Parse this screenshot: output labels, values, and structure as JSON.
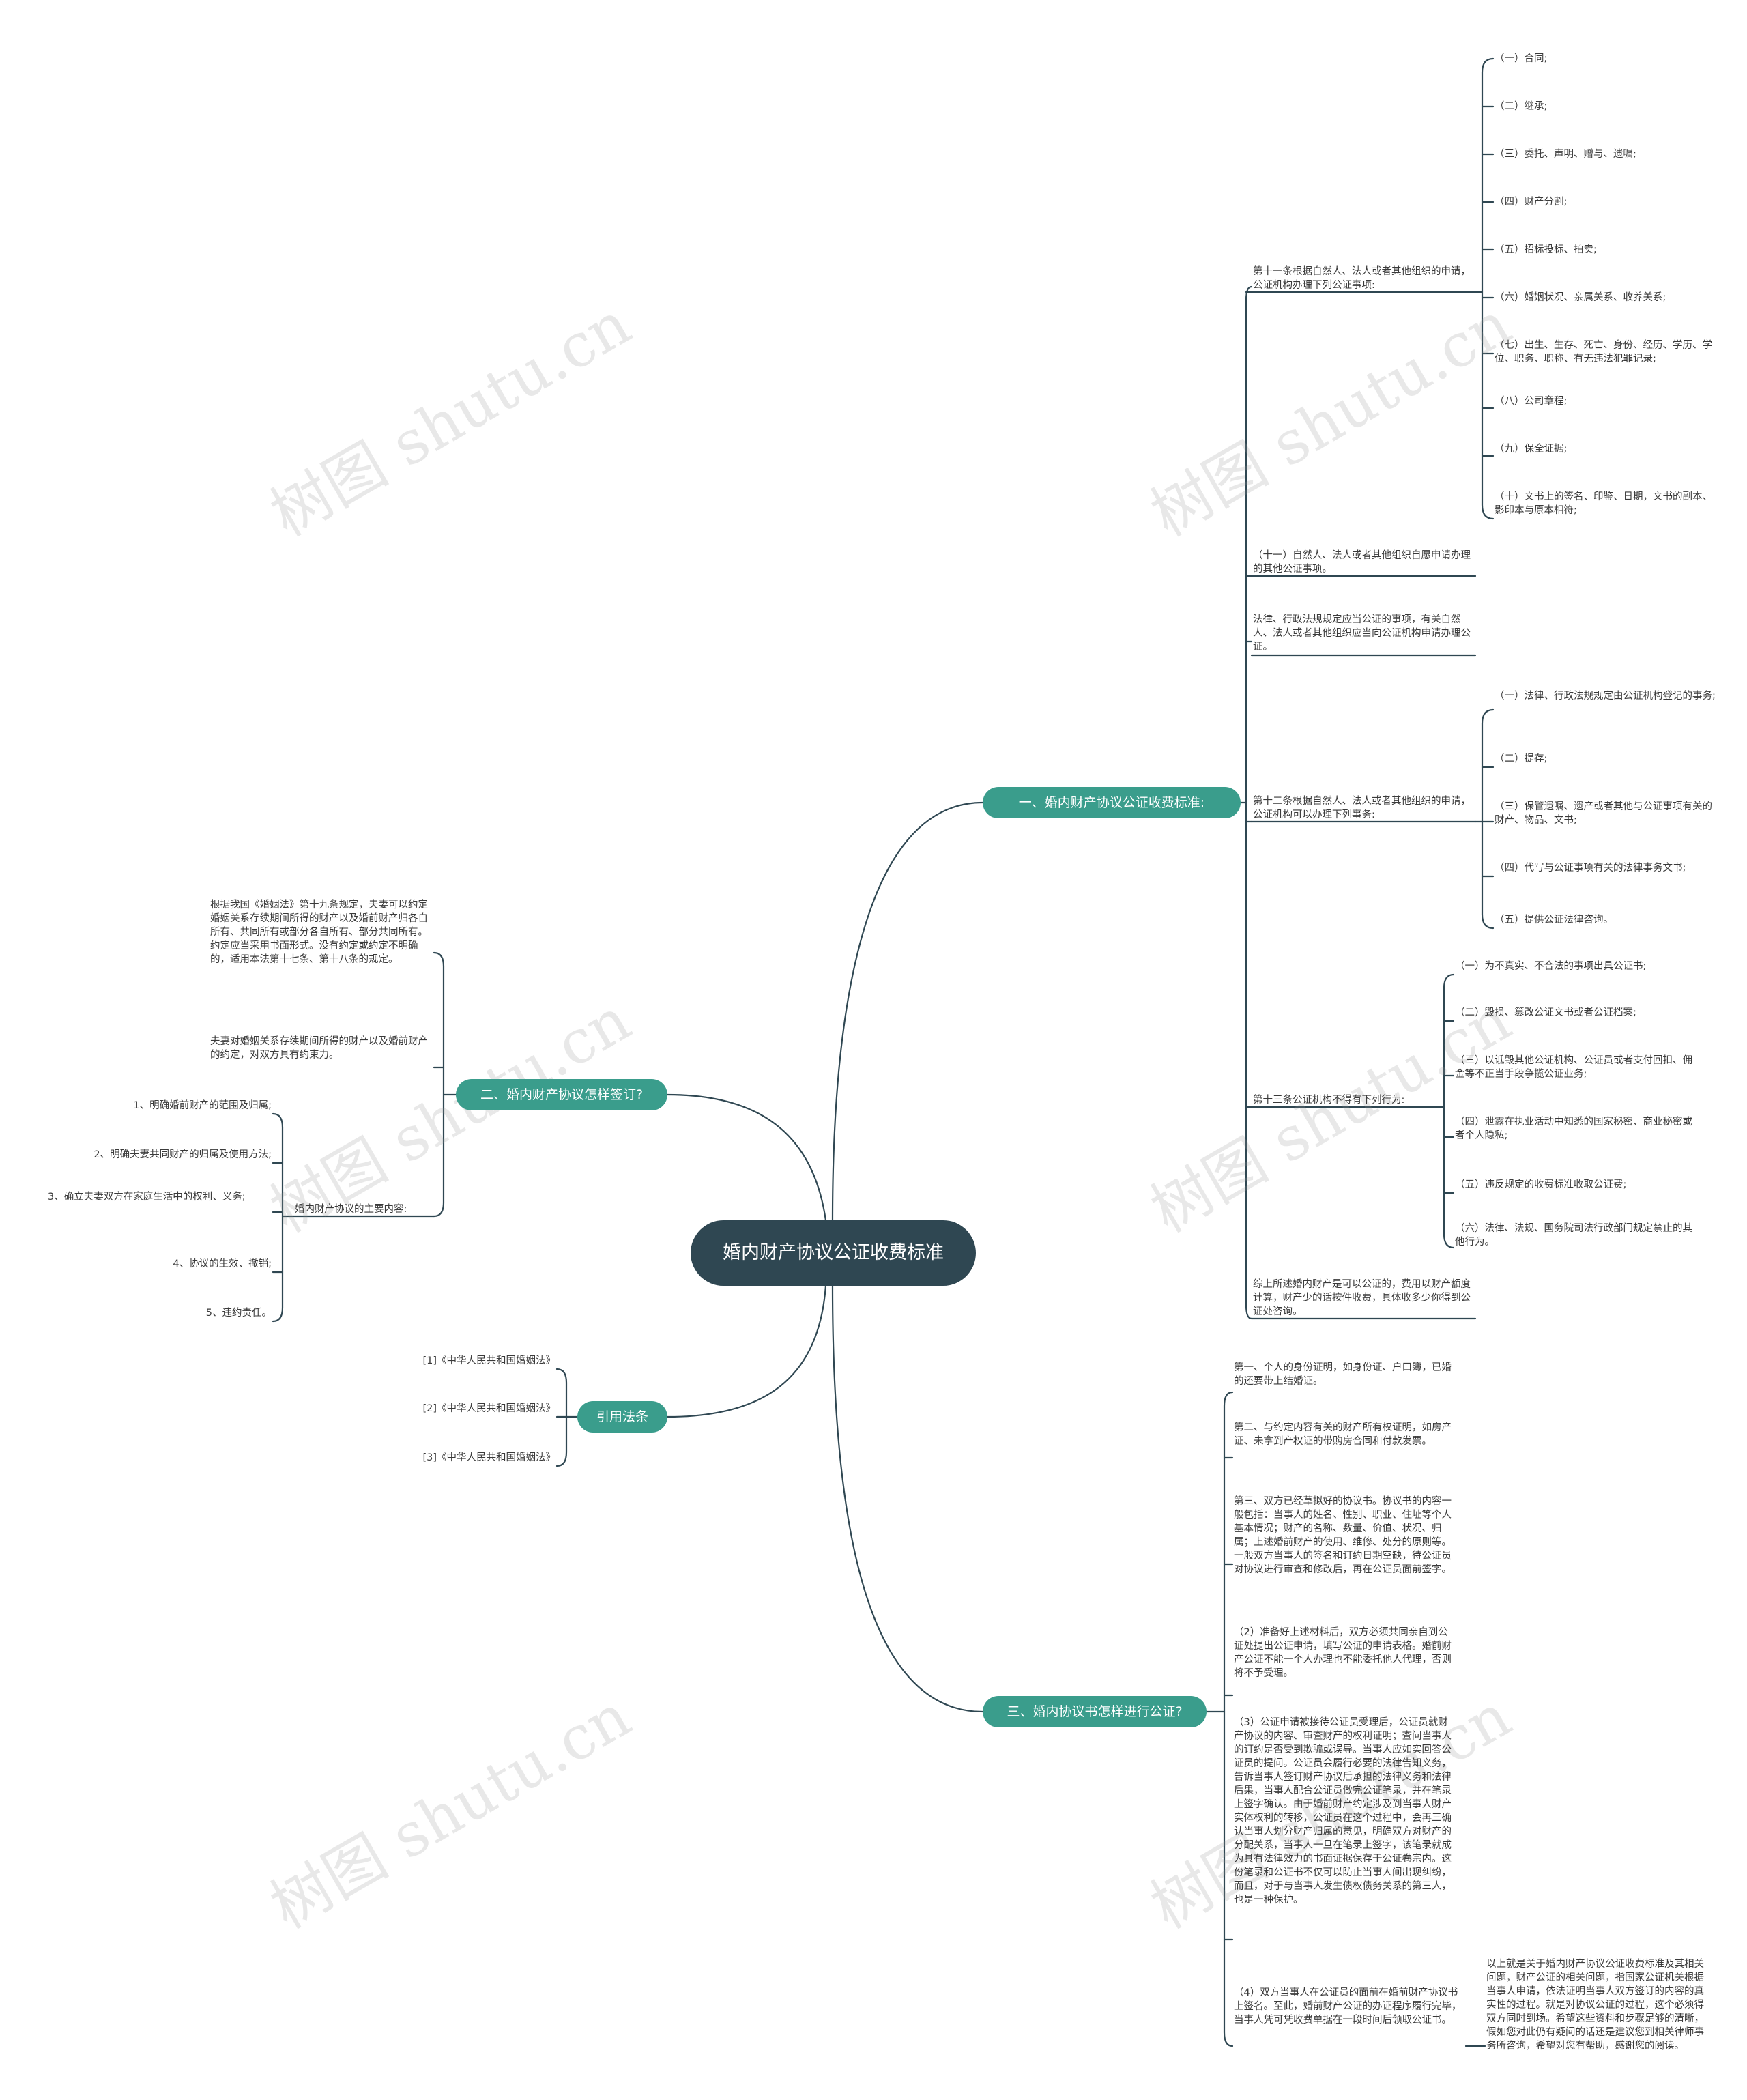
{
  "root": "婚内财产协议公证收费标准",
  "branches": {
    "b1": "一、婚内财产协议公证收费标准:",
    "b2": "二、婚内财产协议怎样签订?",
    "b3": "引用法条",
    "b4": "三、婚内协议书怎样进行公证?"
  },
  "b1": {
    "art11": "第十一条根据自然人、法人或者其他组织的申请，公证机构办理下列公证事项:",
    "art11_items": [
      "（一）合同;",
      "（二）继承;",
      "（三）委托、声明、赠与、遗嘱;",
      "（四）财产分割;",
      "（五）招标投标、拍卖;",
      "（六）婚姻状况、亲属关系、收养关系;",
      "（七）出生、生存、死亡、身份、经历、学历、学位、职务、职称、有无违法犯罪记录;",
      "（八）公司章程;",
      "（九）保全证据;",
      "（十）文书上的签名、印鉴、日期，文书的副本、影印本与原本相符;"
    ],
    "item11": "（十一）自然人、法人或者其他组织自愿申请办理的其他公证事项。",
    "law": "法律、行政法规规定应当公证的事项，有关自然人、法人或者其他组织应当向公证机构申请办理公证。",
    "art12": "第十二条根据自然人、法人或者其他组织的申请，公证机构可以办理下列事务:",
    "art12_items": [
      "（一）法律、行政法规规定由公证机构登记的事务;",
      "（二）提存;",
      "（三）保管遗嘱、遗产或者其他与公证事项有关的财产、物品、文书;",
      "（四）代写与公证事项有关的法律事务文书;",
      "（五）提供公证法律咨询。"
    ],
    "art13": "第十三条公证机构不得有下列行为:",
    "art13_items": [
      "（一）为不真实、不合法的事项出具公证书;",
      "（二）毁损、篡改公证文书或者公证档案;",
      "（三）以诋毁其他公证机构、公证员或者支付回扣、佣金等不正当手段争揽公证业务;",
      "（四）泄露在执业活动中知悉的国家秘密、商业秘密或者个人隐私;",
      "（五）违反规定的收费标准收取公证费;",
      "（六）法律、法规、国务院司法行政部门规定禁止的其他行为。"
    ],
    "summary": "综上所述婚内财产是可以公证的，费用以财产额度计算，财产少的话按件收费，具体收多少你得到公证处咨询。"
  },
  "b2": {
    "p1": "根据我国《婚姻法》第十九条规定，夫妻可以约定婚姻关系存续期间所得的财产以及婚前财产归各自所有、共同所有或部分各自所有、部分共同所有。约定应当采用书面形式。没有约定或约定不明确的，适用本法第十七条、第十八条的规定。",
    "p2": "夫妻对婚姻关系存续期间所得的财产以及婚前财产的约定，对双方具有约束力。",
    "main": "婚内财产协议的主要内容:",
    "items": [
      "1、明确婚前财产的范围及归属;",
      "2、明确夫妻共同财产的归属及使用方法;",
      "3、确立夫妻双方在家庭生活中的权利、义务;",
      "4、协议的生效、撤销;",
      "5、违约责任。"
    ]
  },
  "b3": {
    "items": [
      "[1]《中华人民共和国婚姻法》",
      "[2]《中华人民共和国婚姻法》",
      "[3]《中华人民共和国婚姻法》"
    ]
  },
  "b4": {
    "items": [
      "第一、个人的身份证明，如身份证、户口簿，已婚的还要带上结婚证。",
      "第二、与约定内容有关的财产所有权证明，如房产证、未拿到产权证的带购房合同和付款发票。",
      "第三、双方已经草拟好的协议书。协议书的内容一般包括：当事人的姓名、性别、职业、住址等个人基本情况；财产的名称、数量、价值、状况、归属；上述婚前财产的使用、维修、处分的原则等。一般双方当事人的签名和订约日期空缺，待公证员对协议进行审查和修改后，再在公证员面前签字。",
      "（2）准备好上述材料后，双方必须共同亲自到公证处提出公证申请，填写公证的申请表格。婚前财产公证不能一个人办理也不能委托他人代理，否则将不予受理。",
      "（3）公证申请被接待公证员受理后，公证员就财产协议的内容、审查财产的权利证明；查问当事人的订约是否受到欺骗或误导。当事人应如实回答公证员的提问。公证员会履行必要的法律告知义务，告诉当事人签订财产协议后承担的法律义务和法律后果，当事人配合公证员做完公证笔录，并在笔录上签字确认。由于婚前财产约定涉及到当事人财产实体权利的转移，公证员在这个过程中，会再三确认当事人划分财产归属的意见，明确双方对财产的分配关系，当事人一旦在笔录上签字，该笔录就成为具有法律效力的书面证据保存于公证卷宗内。这份笔录和公证书不仅可以防止当事人间出现纠纷，而且，对于与当事人发生债权债务关系的第三人，也是一种保护。",
      "（4）双方当事人在公证员的面前在婚前财产协议书上签名。至此，婚前财产公证的办证程序履行完毕，当事人凭可凭收费单据在一段时间后领取公证书。"
    ],
    "final": "以上就是关于婚内财产协议公证收费标准及其相关问题，财产公证的相关问题，指国家公证机关根据当事人申请，依法证明当事人双方签订的内容的真实性的过程。就是对协议公证的过程，这个必须得双方同时到场。希望这些资料和步骤足够的清晰，假如您对此仍有疑问的话还是建议您到相关律师事务所咨询，希望对您有帮助，感谢您的阅读。"
  },
  "watermark": "树图 shutu.cn",
  "colors": {
    "root": "#2f4752",
    "branch": "#3a9d8c",
    "line": "#2f4752"
  }
}
